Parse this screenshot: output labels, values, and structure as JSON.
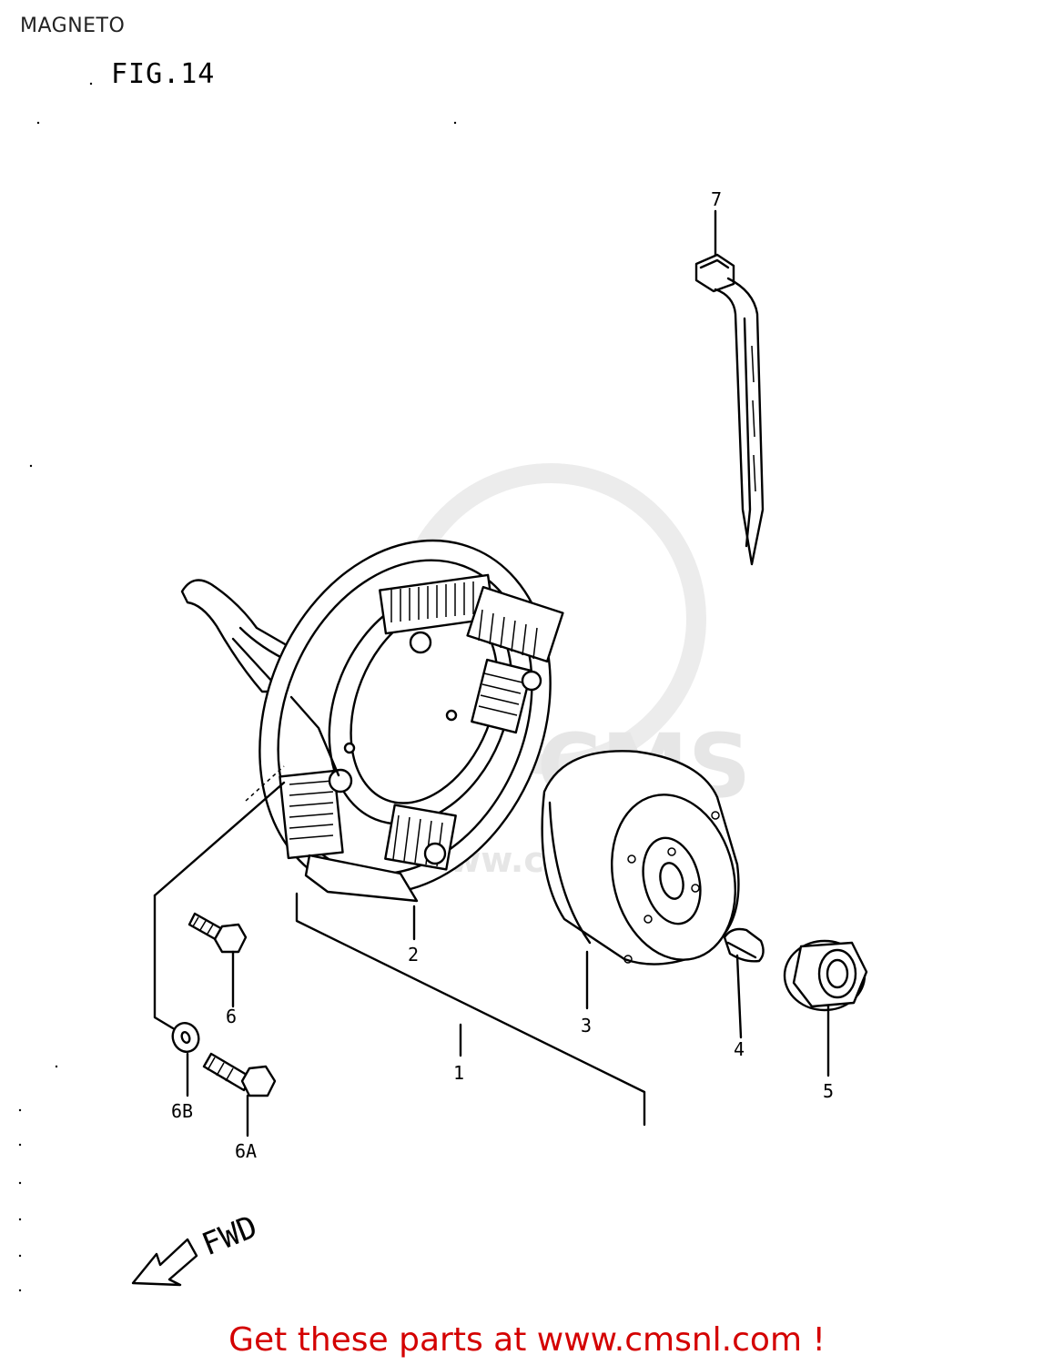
{
  "header": {
    "page_title": "MAGNETO",
    "figure_label": "FIG.14"
  },
  "watermark": {
    "brand": "CMS",
    "url": "www.cmsnl.com"
  },
  "diagram": {
    "direction_label": "FWD",
    "parts": [
      {
        "ref": "1",
        "description_icon": "magneto-assembly-bracket"
      },
      {
        "ref": "2",
        "description_icon": "stator-icon"
      },
      {
        "ref": "3",
        "description_icon": "rotor-icon"
      },
      {
        "ref": "4",
        "description_icon": "key-icon"
      },
      {
        "ref": "5",
        "description_icon": "nut-icon"
      },
      {
        "ref": "6",
        "description_icon": "bolt-icon"
      },
      {
        "ref": "6A",
        "description_icon": "bolt-icon"
      },
      {
        "ref": "6B",
        "description_icon": "washer-icon"
      },
      {
        "ref": "7",
        "description_icon": "cable-tie-icon"
      }
    ]
  },
  "footer": {
    "cta_text": "Get these parts at www.cmsnl.com !",
    "accent_color": "#d40000"
  }
}
